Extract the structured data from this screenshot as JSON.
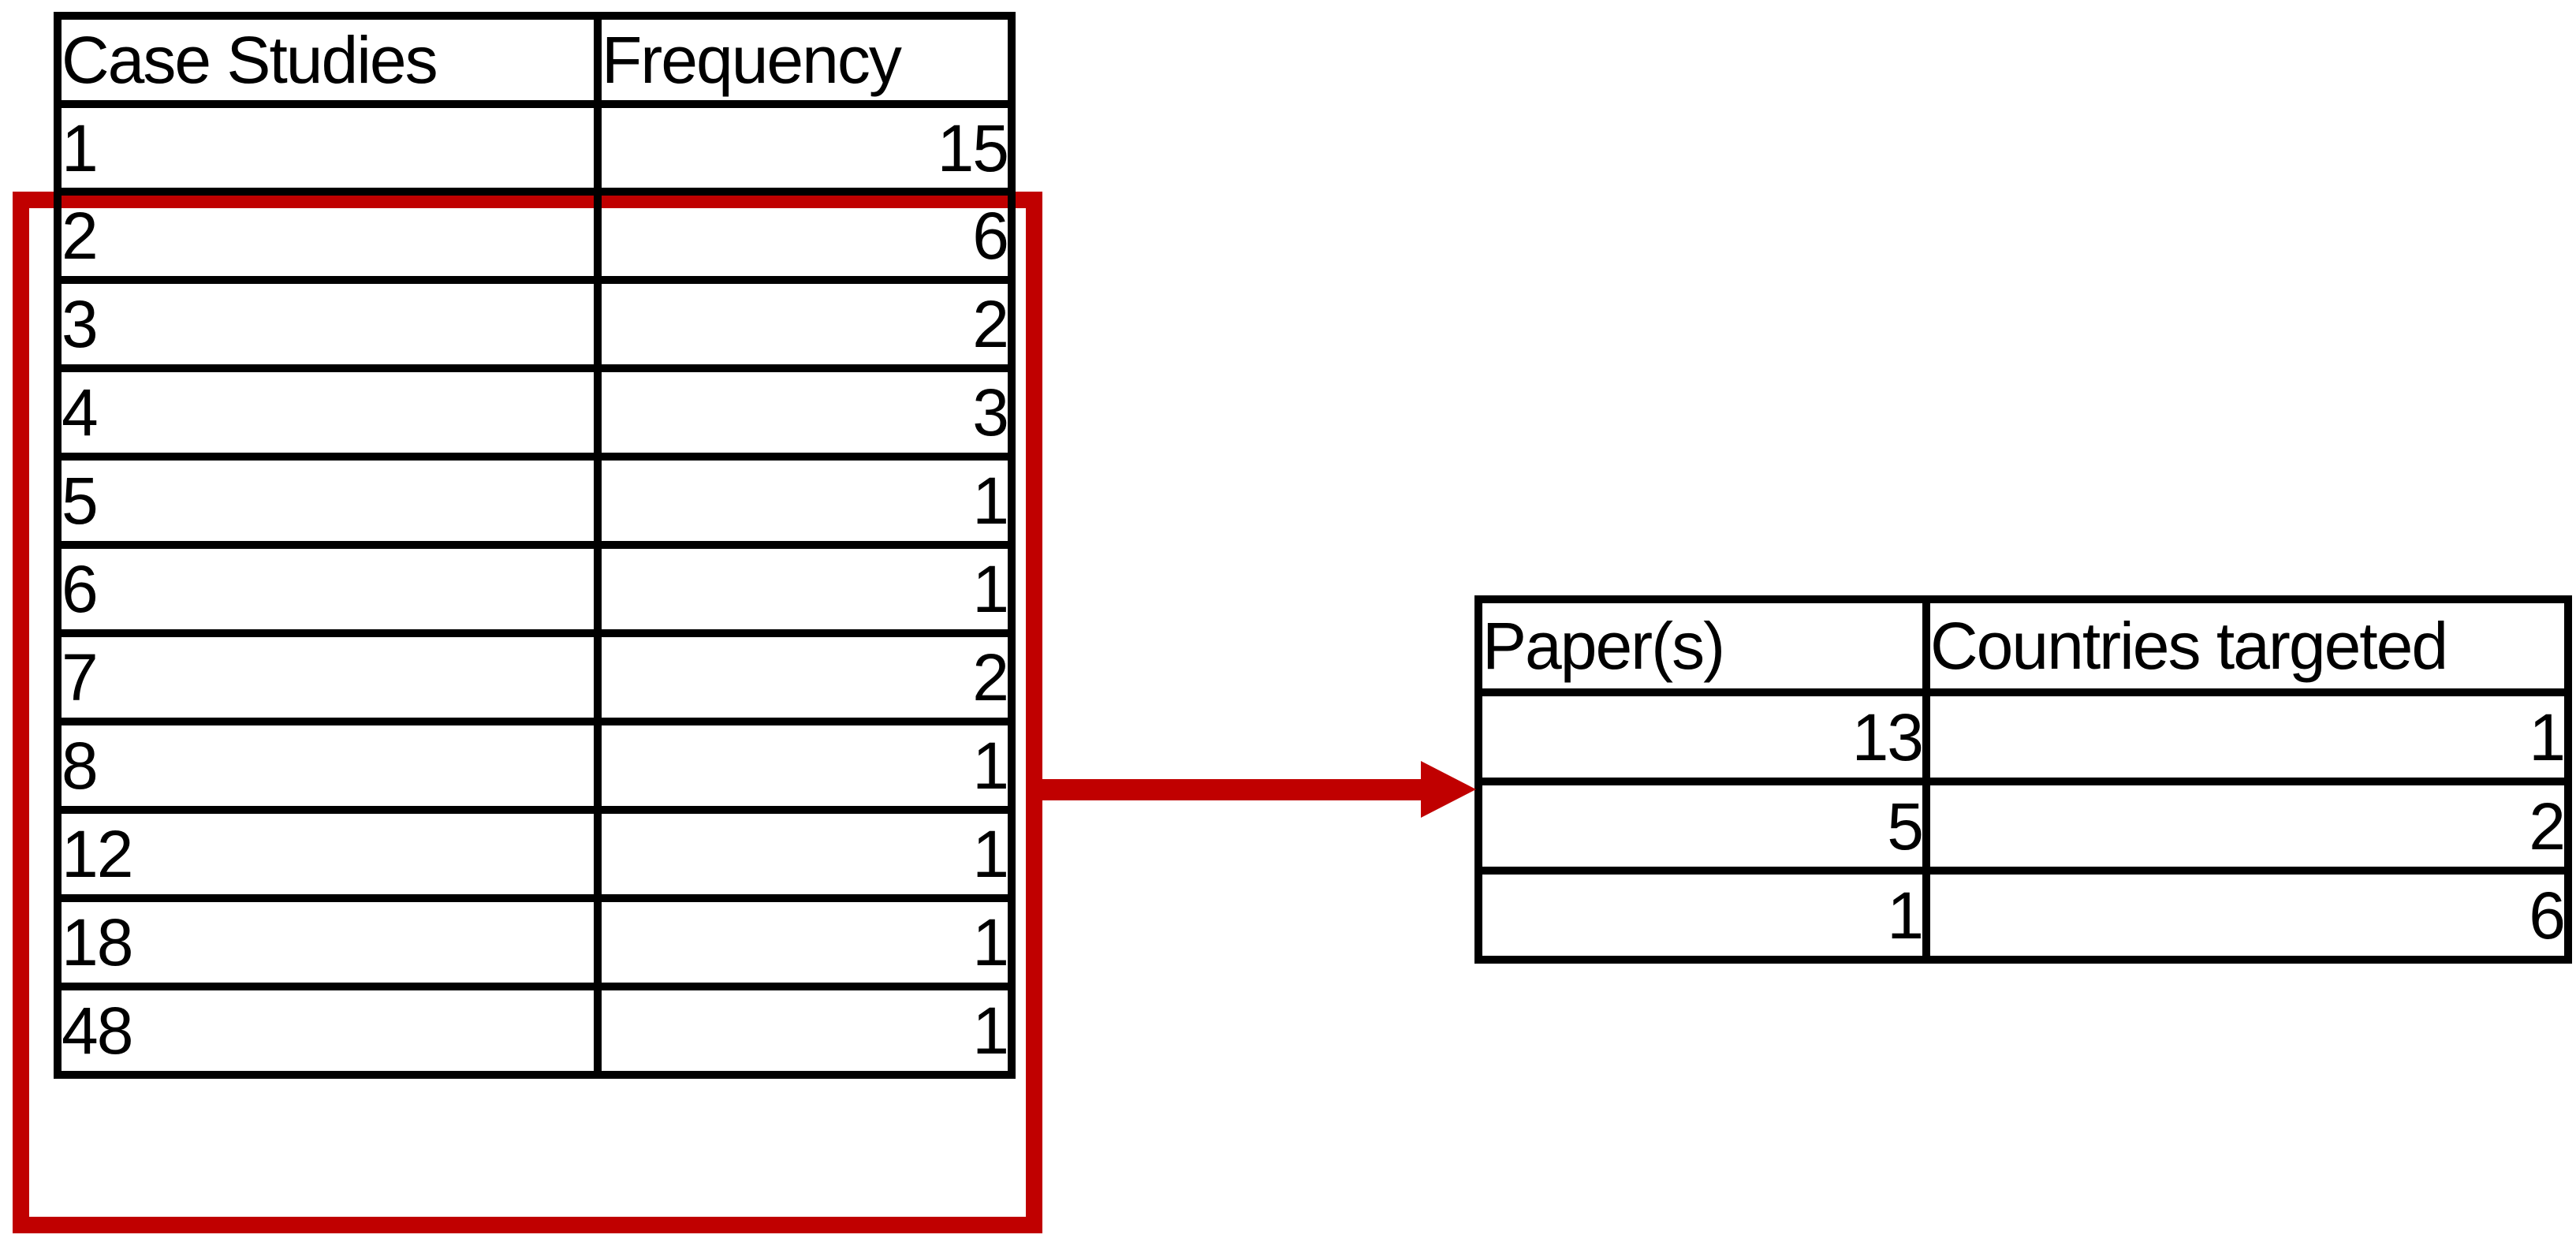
{
  "left_table": {
    "headers": [
      "Case Studies",
      "Frequency"
    ],
    "rows": [
      [
        "1",
        "15"
      ],
      [
        "2",
        "6"
      ],
      [
        "3",
        "2"
      ],
      [
        "4",
        "3"
      ],
      [
        "5",
        "1"
      ],
      [
        "6",
        "1"
      ],
      [
        "7",
        "2"
      ],
      [
        "8",
        "1"
      ],
      [
        "12",
        "1"
      ],
      [
        "18",
        "1"
      ],
      [
        "48",
        "1"
      ]
    ]
  },
  "right_table": {
    "headers": [
      "Paper(s)",
      "Countries targeted"
    ],
    "rows": [
      [
        "13",
        "1"
      ],
      [
        "5",
        "2"
      ],
      [
        "1",
        "6"
      ]
    ]
  },
  "annotations": {
    "highlight_box": "rows 2 through 48 of case-studies table",
    "arrow_icon": "right-arrow",
    "highlight_color": "#c00000",
    "border_color": "#000000"
  },
  "chart_data": [
    {
      "type": "table",
      "title": "Case Studies frequency",
      "columns": [
        "Case Studies",
        "Frequency"
      ],
      "rows": [
        [
          1,
          15
        ],
        [
          2,
          6
        ],
        [
          3,
          2
        ],
        [
          4,
          3
        ],
        [
          5,
          1
        ],
        [
          6,
          1
        ],
        [
          7,
          2
        ],
        [
          8,
          1
        ],
        [
          12,
          1
        ],
        [
          18,
          1
        ],
        [
          48,
          1
        ]
      ]
    },
    {
      "type": "table",
      "title": "Papers by countries targeted",
      "columns": [
        "Paper(s)",
        "Countries targeted"
      ],
      "rows": [
        [
          13,
          1
        ],
        [
          5,
          2
        ],
        [
          1,
          6
        ]
      ]
    }
  ]
}
